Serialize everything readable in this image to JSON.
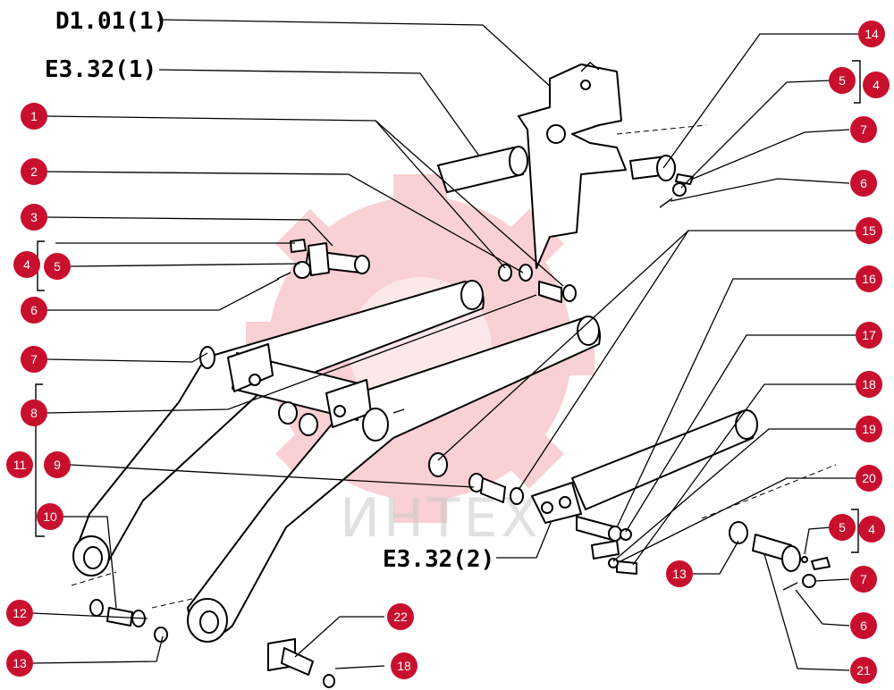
{
  "references": {
    "d101": "D1.01(1)",
    "e332_1": "E3.32(1)",
    "e332_2": "E3.32(2)"
  },
  "watermark": {
    "text": "ИНТЕХ",
    "color": "#e8303d"
  },
  "callout_color": "#c8102e",
  "callouts": {
    "c1": "1",
    "c2": "2",
    "c3": "3",
    "c4a": "4",
    "c5a": "5",
    "c6a": "6",
    "c7a": "7",
    "c8": "8",
    "c9": "9",
    "c10": "10",
    "c11": "11",
    "c12": "12",
    "c13a": "13",
    "c14": "14",
    "c5b": "5",
    "c4b": "4",
    "c7b": "7",
    "c6b": "6",
    "c15": "15",
    "c16": "16",
    "c17": "17",
    "c18a": "18",
    "c19": "19",
    "c20": "20",
    "c5c": "5",
    "c4c": "4",
    "c7c": "7",
    "c6c": "6",
    "c13b": "13",
    "c21": "21",
    "c22": "22",
    "c18b": "18"
  }
}
